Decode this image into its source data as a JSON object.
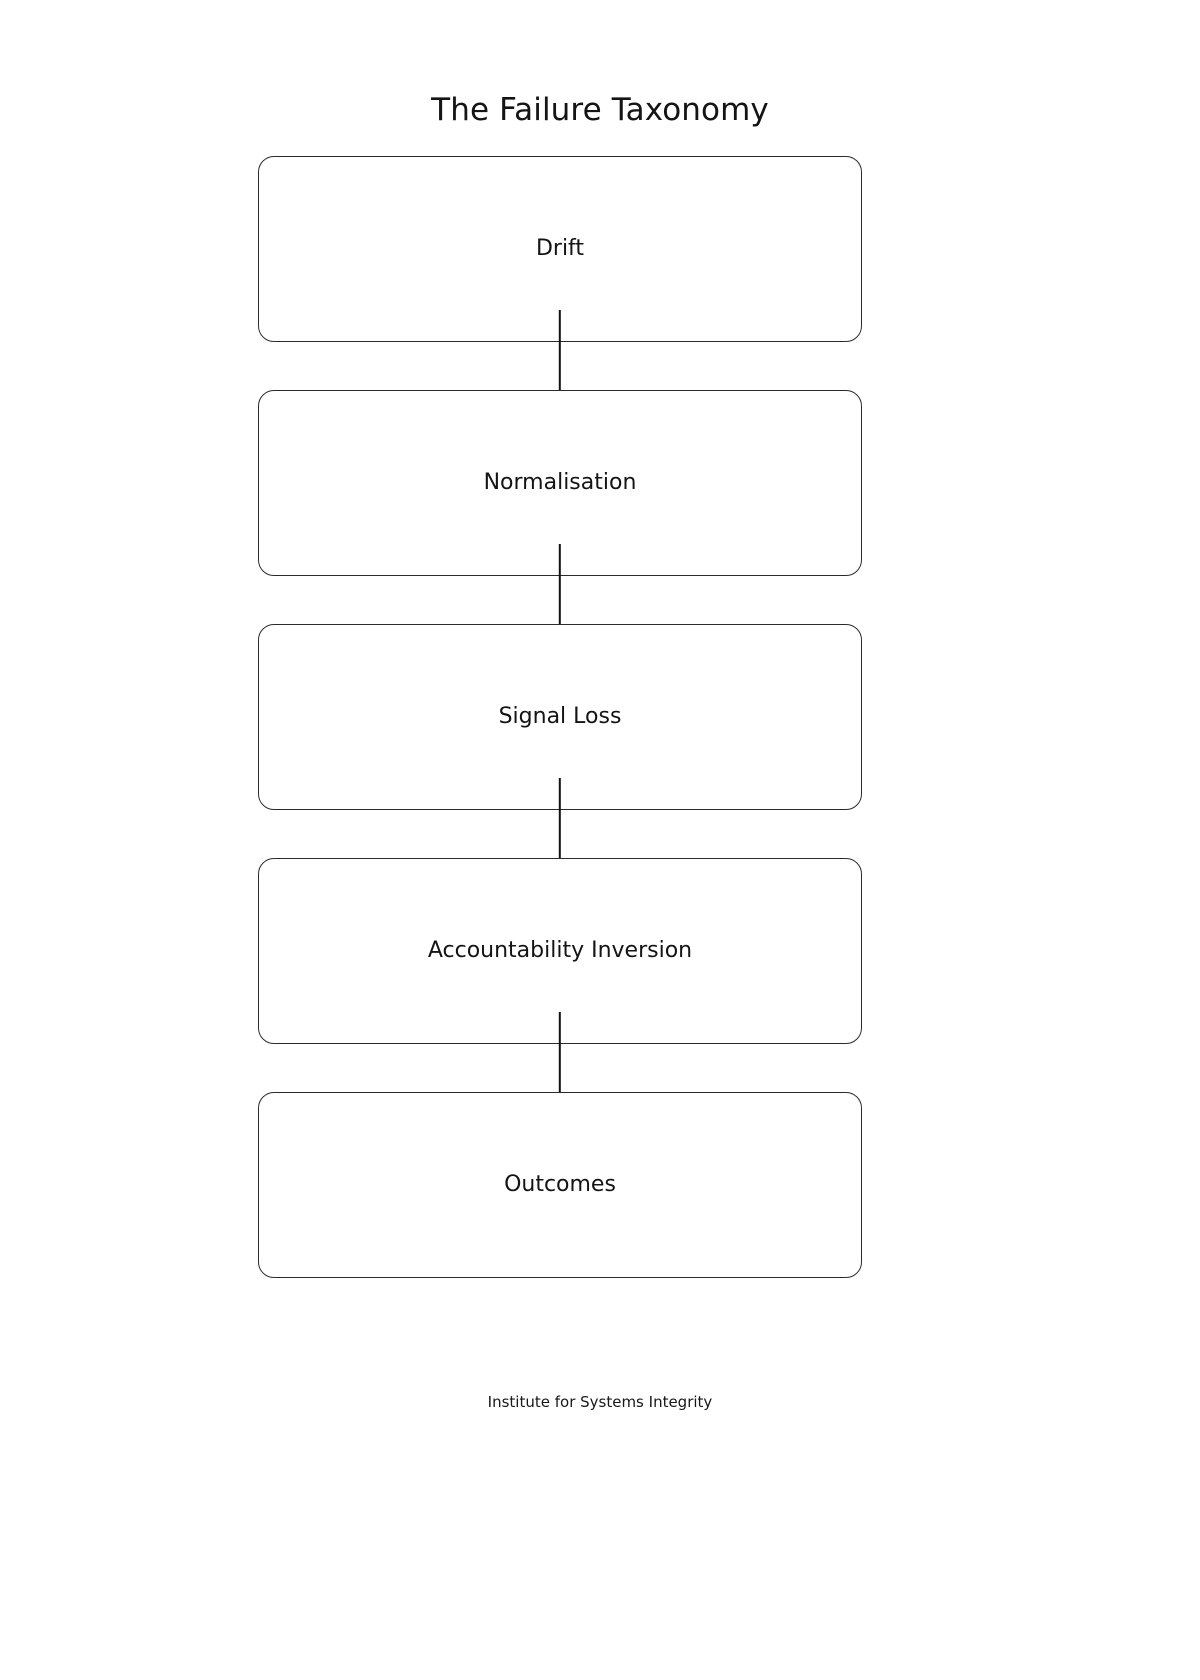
{
  "page": {
    "title": "The Failure Taxonomy",
    "footer": "Institute for Systems Integrity",
    "background_color": "#ffffff",
    "line_color": "#2b2b2b",
    "text_color": "#141414"
  },
  "chart_data": {
    "type": "diagram",
    "diagram_kind": "vertical-flowchart",
    "title": "The Failure Taxonomy",
    "orientation": "top-to-bottom",
    "node_shape": "rounded-rectangle",
    "connector_style": "straight-vertical-line",
    "nodes": [
      {
        "id": "drift",
        "label": "Drift",
        "order": 1
      },
      {
        "id": "normalisation",
        "label": "Normalisation",
        "order": 2
      },
      {
        "id": "signal-loss",
        "label": "Signal Loss",
        "order": 3
      },
      {
        "id": "accountability-inversion",
        "label": "Accountability Inversion",
        "order": 4
      },
      {
        "id": "outcomes",
        "label": "Outcomes",
        "order": 5
      }
    ],
    "edges": [
      {
        "from": "drift",
        "to": "normalisation"
      },
      {
        "from": "normalisation",
        "to": "signal-loss"
      },
      {
        "from": "signal-loss",
        "to": "accountability-inversion"
      },
      {
        "from": "accountability-inversion",
        "to": "outcomes"
      }
    ]
  }
}
